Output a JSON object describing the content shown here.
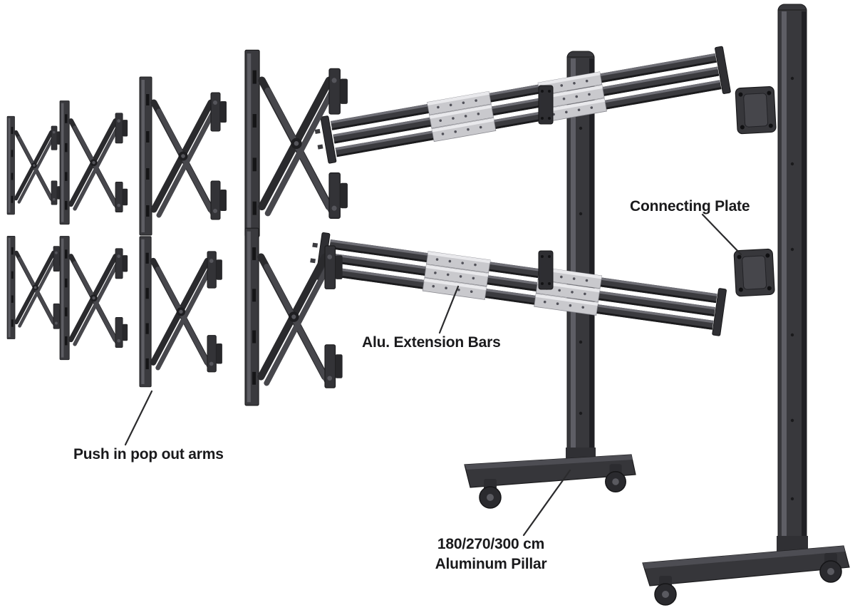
{
  "labels": {
    "push_arms": "Push in pop out arms",
    "extension_bars": "Alu. Extension Bars",
    "connecting_plate": "Connecting Plate",
    "pillar_size": "180/270/300 cm",
    "pillar_name": "Aluminum Pillar"
  },
  "colors": {
    "background": "#ffffff",
    "metal_dark": "#3a3a3e",
    "metal_mid": "#4a4a4f",
    "metal_light": "#c9c9cd",
    "text": "#1a1a1c",
    "leader_line": "#2b2b2d"
  }
}
